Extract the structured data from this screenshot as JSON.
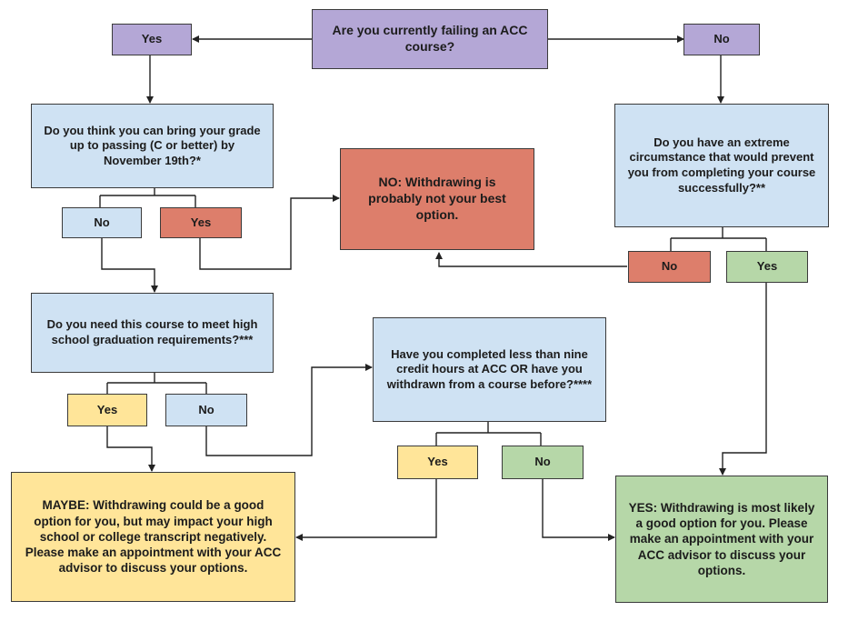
{
  "nodes": {
    "q_failing": "Are you currently failing an ACC course?",
    "a_yes_top": "Yes",
    "a_no_top": "No",
    "q_bring_grade": "Do you think you can bring your grade up to passing (C or better) by November 19th?*",
    "a_no_grade": "No",
    "a_yes_grade": "Yes",
    "outcome_no": "NO: Withdrawing is probably not your best option.",
    "q_extreme": "Do you have an extreme circumstance that would prevent you from completing your course successfully?**",
    "a_no_extreme": "No",
    "a_yes_extreme": "Yes",
    "q_high_school": "Do you need this course to meet high school graduation requirements?***",
    "a_yes_hs": "Yes",
    "a_no_hs": "No",
    "q_credit_hours": "Have you completed less than nine credit hours at ACC OR have you withdrawn from a course before?****",
    "a_yes_credit": "Yes",
    "a_no_credit": "No",
    "outcome_maybe": "MAYBE: Withdrawing could be a good option for you, but may impact your high school or college transcript negatively. Please make an appointment with your ACC advisor to discuss your options.",
    "outcome_yes": "YES: Withdrawing is most likely a good option for you. Please make an appointment with your ACC advisor to discuss your options."
  },
  "colors": {
    "question": "#cfe2f3",
    "start": "#b4a7d6",
    "outcome_no": "#dd7e6b",
    "outcome_yes": "#b6d7a8",
    "outcome_maybe": "#ffe599"
  }
}
